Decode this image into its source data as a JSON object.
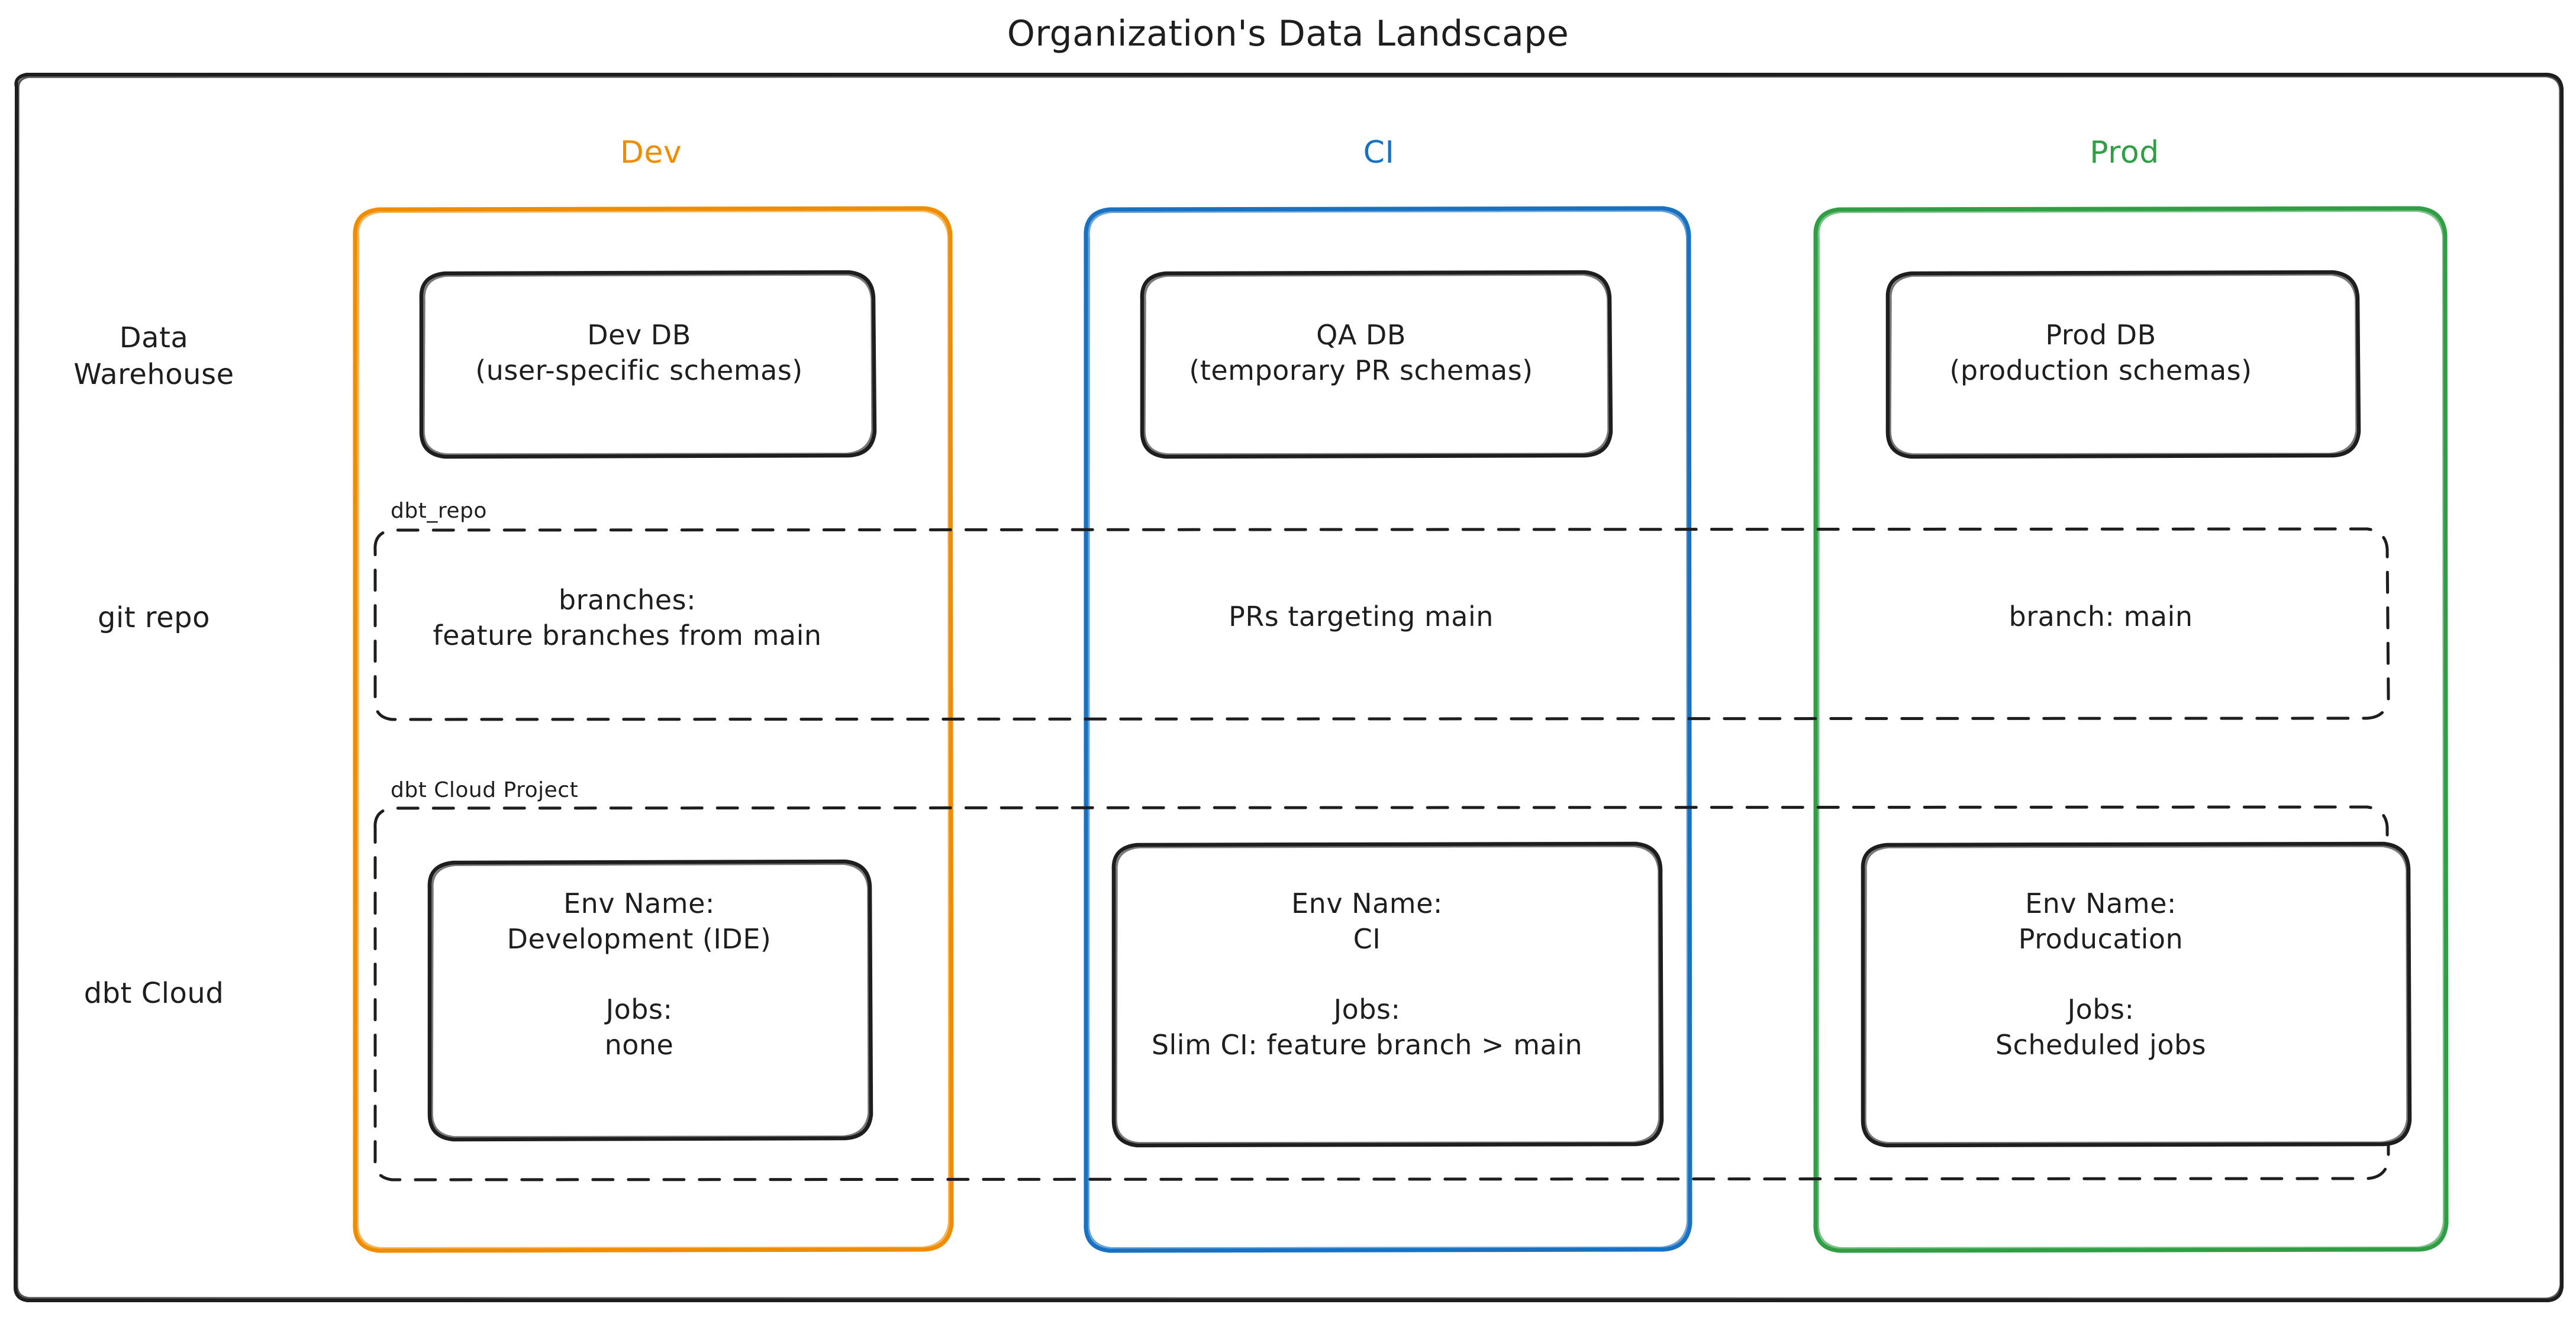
{
  "diagram": {
    "title": "Organization's Data Landscape",
    "colors": {
      "dev": "#f08c00",
      "ci": "#1971c2",
      "prod": "#2f9e44",
      "stroke": "#1e1e1e",
      "background": "#ffffff"
    }
  },
  "columns": [
    {
      "id": "dev",
      "label": "Dev",
      "color": "#f08c00"
    },
    {
      "id": "ci",
      "label": "CI",
      "color": "#1971c2"
    },
    {
      "id": "prod",
      "label": "Prod",
      "color": "#2f9e44"
    }
  ],
  "rows": [
    {
      "id": "data-warehouse",
      "label": "Data\nWarehouse"
    },
    {
      "id": "git-repo",
      "label": "git repo"
    },
    {
      "id": "dbt-cloud",
      "label": "dbt Cloud"
    }
  ],
  "groups": [
    {
      "id": "dbt-repo",
      "label": "dbt_repo"
    },
    {
      "id": "dbt-cloud-project",
      "label": "dbt Cloud Project"
    }
  ],
  "nodes": {
    "data_warehouse": {
      "dev": "Dev DB\n(user-specific schemas)",
      "ci": "QA DB\n(temporary PR schemas)",
      "prod": "Prod DB\n(production schemas)"
    },
    "git_repo": {
      "dev": "branches:\nfeature branches from main",
      "ci": "PRs targeting main",
      "prod": "branch: main"
    },
    "dbt_cloud": {
      "dev": "Env Name:\nDevelopment (IDE)\n\nJobs:\nnone",
      "ci": "Env Name:\nCI\n\nJobs:\nSlim CI: feature branch > main",
      "prod": "Env Name:\nProducation\n\nJobs:\nScheduled jobs"
    }
  }
}
